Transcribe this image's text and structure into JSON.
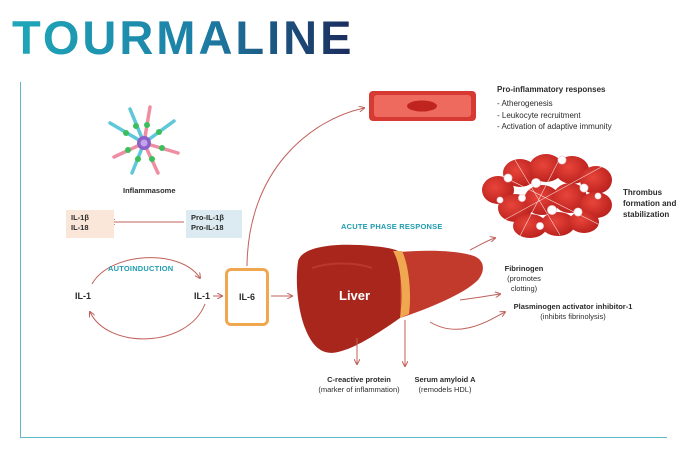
{
  "brand": {
    "logo_text": "TOURMALINE"
  },
  "inflammasome": {
    "label": "Inflammasome"
  },
  "il_box": {
    "line1": "IL-1β",
    "line2": "IL-18"
  },
  "pro_box": {
    "line1": "Pro-IL-1β",
    "line2": "Pro-IL-18"
  },
  "autoinduction": {
    "label": "AUTOINDUCTION",
    "left_node": "IL-1",
    "right_node": "IL-1"
  },
  "il6": {
    "label": "IL-6"
  },
  "acute_phase": {
    "label": "ACUTE PHASE RESPONSE"
  },
  "liver": {
    "label": "Liver"
  },
  "pro_inflammatory": {
    "title": "Pro-inflammatory responses",
    "items": [
      "Atherogenesis",
      "Leukocyte recruitment",
      "Activation of adaptive immunity"
    ]
  },
  "thrombus": {
    "line1": "Thrombus",
    "line2": "formation and",
    "line3": "stabilization"
  },
  "fibrinogen": {
    "title": "Fibrinogen",
    "note": "(promotes clotting)"
  },
  "pai": {
    "title": "Plasminogen activator inhibitor-1",
    "note": "(inhibits fibrinolysis)"
  },
  "crp": {
    "title": "C-reactive protein",
    "note": "(marker of inflammation)"
  },
  "saa": {
    "title": "Serum amyloid A",
    "note": "(remodels HDL)"
  },
  "colors": {
    "teal": "#1f9db0",
    "navy": "#1c2a5b",
    "liver": "#a8261c",
    "arrow": "#c0605a",
    "orange": "#f0a850"
  }
}
